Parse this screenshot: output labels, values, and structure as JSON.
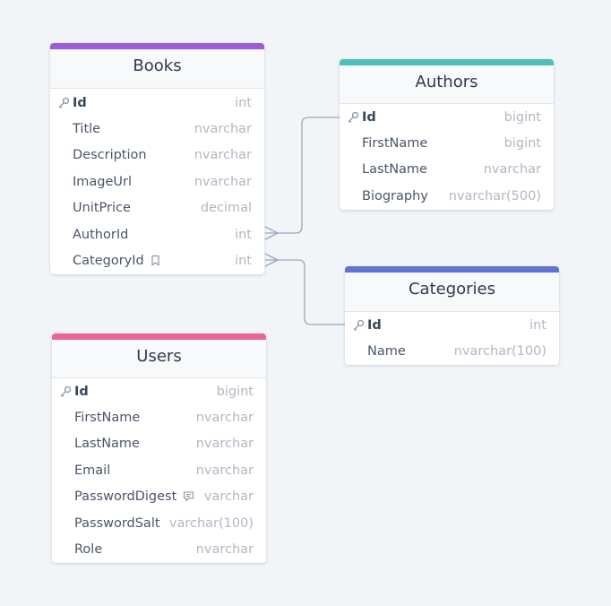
{
  "diagram": {
    "tables": [
      {
        "id": "books",
        "name": "Books",
        "accent": "#9b5ed6",
        "columns": [
          {
            "name": "Id",
            "type": "int",
            "pk": true
          },
          {
            "name": "Title",
            "type": "nvarchar"
          },
          {
            "name": "Description",
            "type": "nvarchar"
          },
          {
            "name": "ImageUrl",
            "type": "nvarchar"
          },
          {
            "name": "UnitPrice",
            "type": "decimal"
          },
          {
            "name": "AuthorId",
            "type": "int"
          },
          {
            "name": "CategoryId",
            "type": "int",
            "icon": "bookmark-icon"
          }
        ]
      },
      {
        "id": "authors",
        "name": "Authors",
        "accent": "#4fc0b5",
        "columns": [
          {
            "name": "Id",
            "type": "bigint",
            "pk": true
          },
          {
            "name": "FirstName",
            "type": "bigint"
          },
          {
            "name": "LastName",
            "type": "nvarchar"
          },
          {
            "name": "Biography",
            "type": "nvarchar(500)"
          }
        ]
      },
      {
        "id": "categories",
        "name": "Categories",
        "accent": "#6173d1",
        "columns": [
          {
            "name": "Id",
            "type": "int",
            "pk": true
          },
          {
            "name": "Name",
            "type": "nvarchar(100)"
          }
        ]
      },
      {
        "id": "users",
        "name": "Users",
        "accent": "#ec6493",
        "columns": [
          {
            "name": "Id",
            "type": "bigint",
            "pk": true
          },
          {
            "name": "FirstName",
            "type": "nvarchar"
          },
          {
            "name": "LastName",
            "type": "nvarchar"
          },
          {
            "name": "Email",
            "type": "nvarchar"
          },
          {
            "name": "PasswordDigest",
            "type": "varchar",
            "icon": "comment-icon"
          },
          {
            "name": "PasswordSalt",
            "type": "varchar(100)"
          },
          {
            "name": "Role",
            "type": "nvarchar"
          }
        ]
      }
    ],
    "relations": [
      {
        "from": "books.AuthorId",
        "to": "authors.Id",
        "cardinality": "many-to-one"
      },
      {
        "from": "books.CategoryId",
        "to": "categories.Id",
        "cardinality": "many-to-one"
      }
    ],
    "colors": {
      "connector": "#9aa8ba",
      "background": "#f1f5f8"
    },
    "icons": {
      "primary_key": "key-icon"
    }
  }
}
